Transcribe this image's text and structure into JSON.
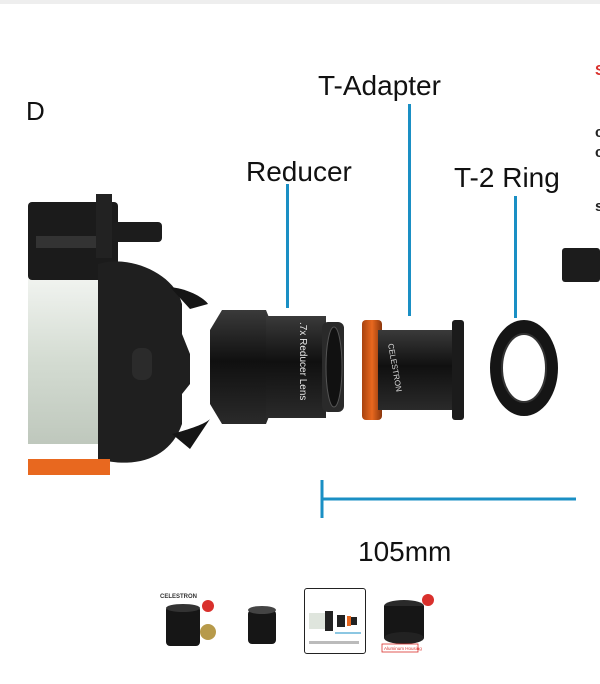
{
  "image_labels": {
    "d": "D",
    "t_adapter": "T-Adapter",
    "reducer": "Reducer",
    "t2_ring": "T-2 Ring",
    "distance": "105mm",
    "reducer_engraving": ".7x Reducer Lens",
    "adapter_brand": "CELESTRON"
  },
  "side_glimpse": [
    "S",
    "c",
    "c",
    "s"
  ],
  "thumbnails": [
    {
      "brand": "CELESTRON"
    },
    {},
    {
      "selected": true
    },
    {
      "badge": "Aluminum Housing"
    }
  ],
  "colors": {
    "leader": "#1a8fc4",
    "orange": "#e8681f",
    "accent_red": "#d9302c"
  }
}
